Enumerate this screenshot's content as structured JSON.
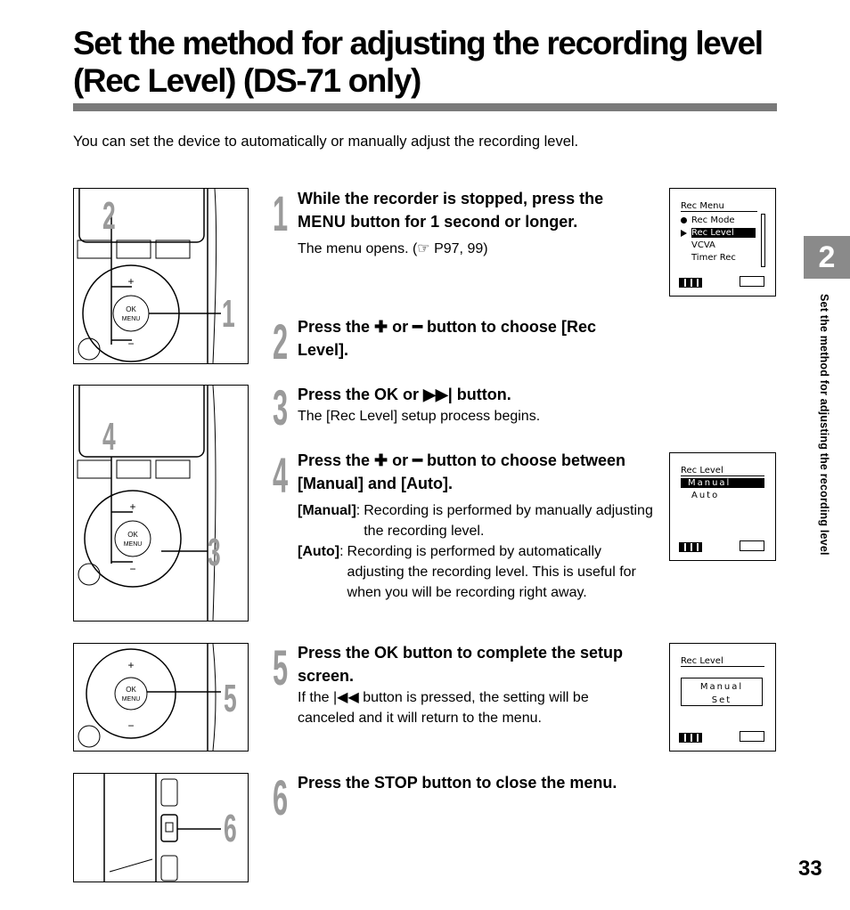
{
  "header": {
    "title": "Set the method for adjusting the recording level (Rec Level) (DS-71 only)",
    "intro": "You can set the device to automatically or manually adjust the recording level."
  },
  "side": {
    "chapter": "2",
    "running_title": "Set the method for adjusting the recording level",
    "page_number": "33"
  },
  "steps": [
    {
      "num": "1",
      "heading_a": "While the recorder is stopped, press the",
      "heading_key": "MENU",
      "heading_b": "button for 1 second or longer.",
      "text": "The menu opens. (☞ P97, 99)"
    },
    {
      "num": "2",
      "heading": "Press the ✚ or ━ button to choose [Rec Level]."
    },
    {
      "num": "3",
      "heading": "Press the OK or ▶▶| button.",
      "text": "The [Rec Level] setup process begins."
    },
    {
      "num": "4",
      "heading": "Press the ✚ or ━ button to choose between [Manual] and [Auto].",
      "options": [
        {
          "label": "[Manual]",
          "sep": ":",
          "text": "Recording is performed by manually adjusting the recording level."
        },
        {
          "label": "[Auto]",
          "sep": ":",
          "text": "Recording is performed by automatically adjusting the recording level. This is useful for when you will be recording right away."
        }
      ]
    },
    {
      "num": "5",
      "heading": "Press the OK button to complete the setup screen.",
      "text": "If the |◀◀ button is pressed, the setting will be canceled and it will return to the menu."
    },
    {
      "num": "6",
      "heading": "Press the STOP button to close the menu."
    }
  ],
  "callouts": [
    "2",
    "1",
    "4",
    "3",
    "5",
    "6"
  ],
  "device_labels": {
    "ok": "OK",
    "menu": "MENU",
    "plus": "+",
    "minus": "−"
  },
  "lcd_menu": {
    "title": "Rec Menu",
    "items": [
      "Rec Mode",
      "Rec Level",
      "VCVA",
      "Timer Rec"
    ],
    "selected": 1
  },
  "lcd_level": {
    "title": "Rec Level",
    "items": [
      "Manual",
      "Auto"
    ],
    "selected": 0
  },
  "lcd_set": {
    "title": "Rec Level",
    "line1": "Manual",
    "line2": "Set"
  }
}
